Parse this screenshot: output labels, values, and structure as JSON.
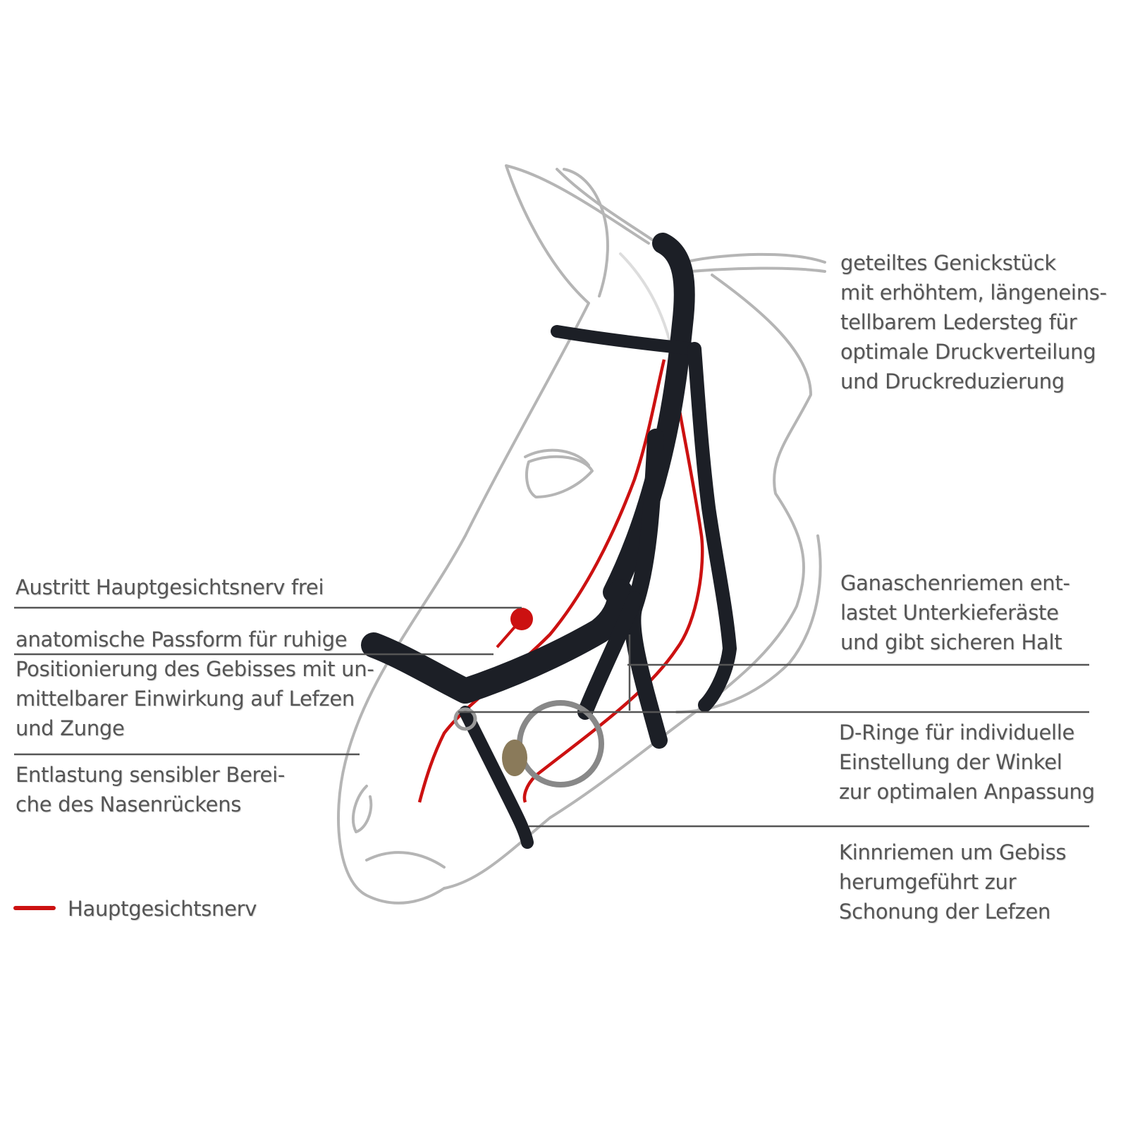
{
  "colors": {
    "nerve": "#cc1111",
    "text": "#555555",
    "outline": "#b5b5b5",
    "leather": "#1c1f26"
  },
  "callouts": {
    "genickstueck": [
      "geteiltes Genickstück",
      "mit erhöhtem, längeneins-",
      "tellbarem Ledersteg für",
      "optimale Druckverteilung",
      "und Druckreduzierung"
    ],
    "austritt": [
      "Austritt Hauptgesichtsnerv frei"
    ],
    "passform": [
      "anatomische Passform für ruhige",
      "Positionierung des Gebisses mit un-",
      "mittelbarer Einwirkung auf Lefzen",
      "und Zunge"
    ],
    "entlastung": [
      "Entlastung sensibler Berei-",
      "che des Nasenrückens"
    ],
    "ganaschen": [
      "Ganaschenriemen ent-",
      "lastet Unterkieferäste",
      "und gibt sicheren Halt"
    ],
    "dringe": [
      "D-Ringe für individuelle",
      "Einstellung der Winkel",
      "zur optimalen Anpassung"
    ],
    "kinnriemen": [
      "Kinnriemen um Gebiss",
      "herumgeführt zur",
      "Schonung der Lefzen"
    ]
  },
  "legend": {
    "label": "Hauptgesichtsnerv"
  }
}
